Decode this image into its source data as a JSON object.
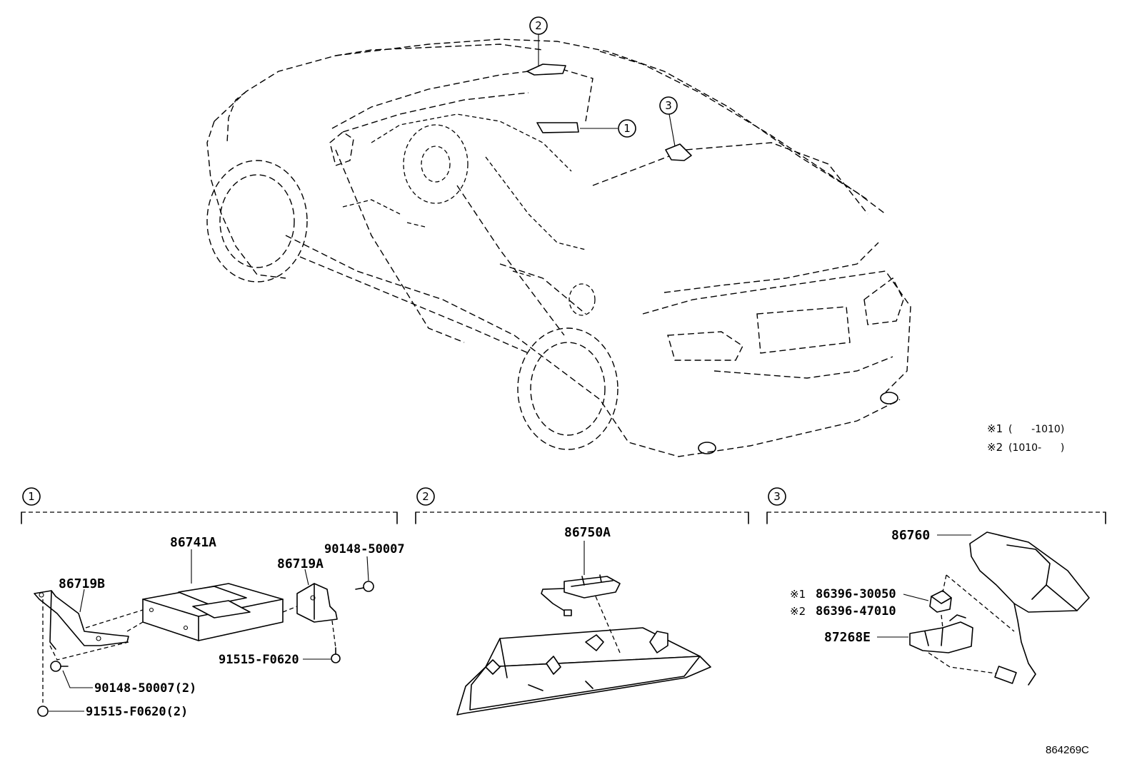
{
  "callouts": {
    "c1": "1",
    "c2": "2",
    "c3": "3"
  },
  "sections": [
    {
      "id": "1",
      "parts": {
        "p86741A": "86741A",
        "p86719B": "86719B",
        "p86719A": "86719A",
        "p90148_top": "90148-50007",
        "p91515_mid": "91515-F0620",
        "p90148_low": "90148-50007(2)",
        "p91515_low": "91515-F0620(2)"
      }
    },
    {
      "id": "2",
      "parts": {
        "p86750A": "86750A"
      }
    },
    {
      "id": "3",
      "parts": {
        "p86760": "86760",
        "p86396_1": "86396-30050",
        "p86396_2": "86396-47010",
        "p87268E": "87268E",
        "mark1": "※1",
        "mark2": "※2"
      }
    }
  ],
  "legend": {
    "line1_mark": "※1",
    "line1_text": "(      -1010)",
    "line2_mark": "※2",
    "line2_text": "(1010-      )"
  },
  "diagram_code": "864269C"
}
